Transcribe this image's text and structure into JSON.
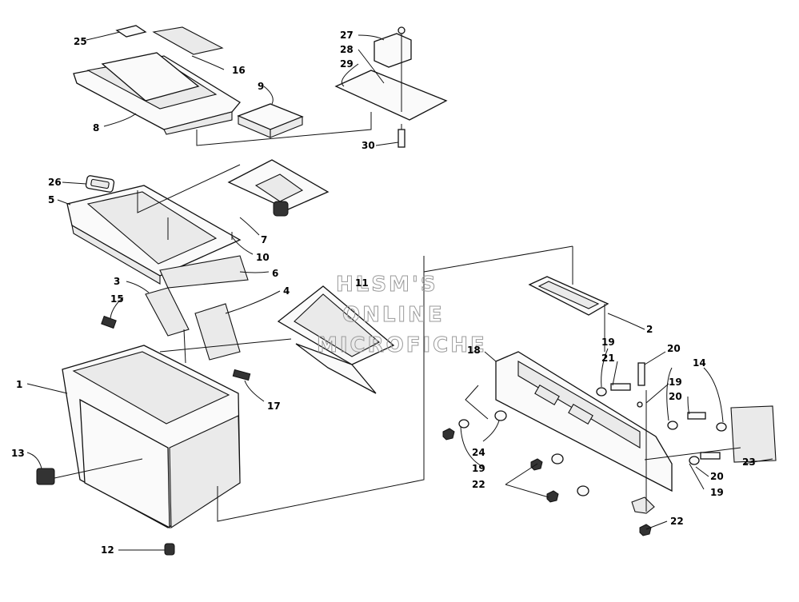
{
  "watermark": {
    "line1": "HLSM'S",
    "line2": "ONLINE",
    "line3": "MICROFICHE"
  },
  "callouts": {
    "c1": "1",
    "c2": "2",
    "c3": "3",
    "c4": "4",
    "c5": "5",
    "c6": "6",
    "c7": "7",
    "c8": "8",
    "c9": "9",
    "c10": "10",
    "c11": "11",
    "c12": "12",
    "c13": "13",
    "c14": "14",
    "c15": "15",
    "c16": "16",
    "c17": "17",
    "c18": "18",
    "c19a": "19",
    "c19b": "19",
    "c19c": "19",
    "c19d": "19",
    "c20a": "20",
    "c20b": "20",
    "c20c": "20",
    "c21": "21",
    "c22a": "22",
    "c22b": "22",
    "c23": "23",
    "c24": "24",
    "c25": "25",
    "c26": "26",
    "c27": "27",
    "c28": "28",
    "c29": "29",
    "c30": "30"
  }
}
